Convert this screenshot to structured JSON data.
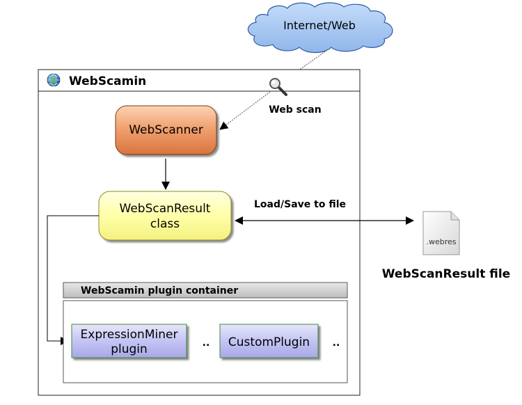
{
  "cloud": {
    "label": "Internet/Web",
    "color": "#a8c8f0"
  },
  "app": {
    "title": "WebScamin",
    "icon": "globe-icon"
  },
  "web_scan": {
    "label": "Web scan",
    "icon": "magnifier-icon"
  },
  "scanner": {
    "label": "WebScanner",
    "color": "#e8905a"
  },
  "result_class": {
    "line1": "WebScanResult",
    "line2": "class",
    "color": "#ffffa0"
  },
  "load_save": {
    "label": "Load/Save to file"
  },
  "file": {
    "ext": ".webres",
    "label": "WebScanResult file",
    "icon": "document-icon"
  },
  "plugin_container": {
    "title": "WebScamin plugin container",
    "plugins": [
      {
        "line1": "ExpressionMiner",
        "line2": "plugin"
      },
      {
        "line1": "CustomPlugin",
        "line2": ""
      }
    ],
    "ellipsis1": "..",
    "ellipsis2": "..",
    "plugin_color": "#c4c4f4"
  }
}
